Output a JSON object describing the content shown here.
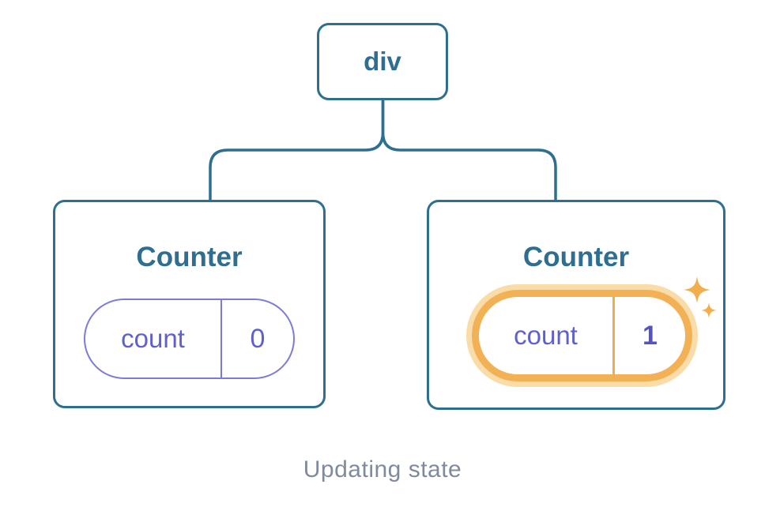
{
  "diagram": {
    "caption": "Updating state",
    "root": {
      "label": "div"
    },
    "children": [
      {
        "title": "Counter",
        "highlighted": false,
        "state": {
          "key": "count",
          "value": "0"
        }
      },
      {
        "title": "Counter",
        "highlighted": true,
        "state": {
          "key": "count",
          "value": "1"
        }
      }
    ]
  },
  "colors": {
    "teal": "#2D6E91",
    "purple_border": "#7B7BDB",
    "purple_text": "#5F60CE",
    "orange": "#F3B156",
    "orange_halo": "#F9DCA7",
    "orange_divider": "#EFAC4F",
    "sparkle": "#F2AE4D",
    "caption_gray": "#7F8A9D",
    "background": "#FFFFFF"
  },
  "icons": {
    "sparkle": "four-pointed-star"
  }
}
